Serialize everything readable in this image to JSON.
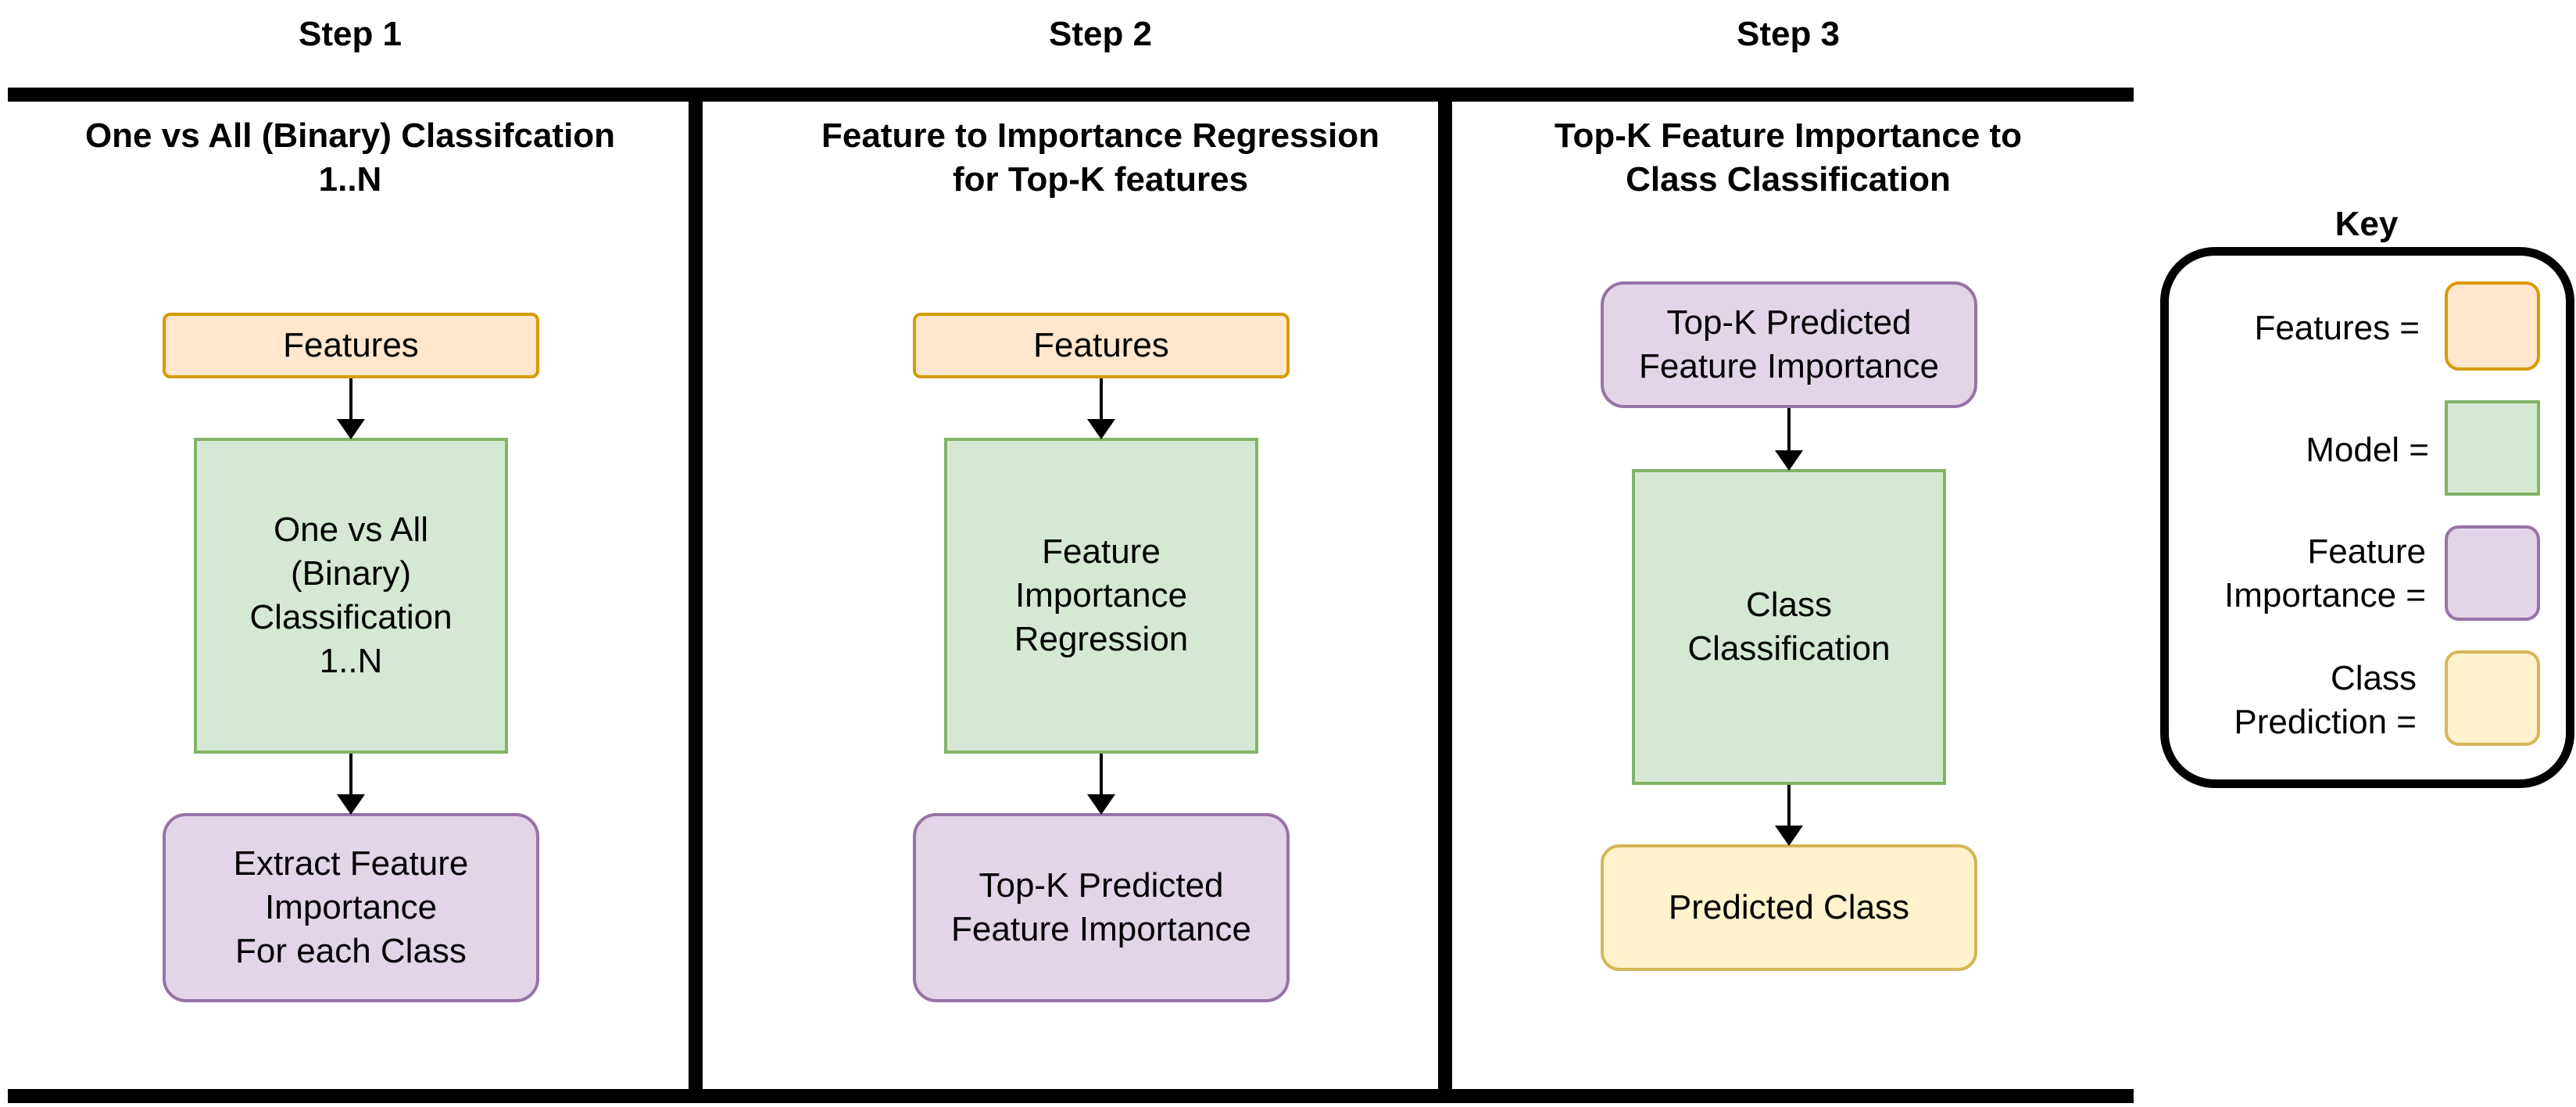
{
  "steps": {
    "step1": {
      "header": "Step 1",
      "title": "One vs All (Binary) Classifcation\n1..N",
      "input": "Features",
      "model": "One vs All\n(Binary)\nClassification\n1..N",
      "output": "Extract Feature\nImportance\nFor each Class"
    },
    "step2": {
      "header": "Step 2",
      "title": "Feature to Importance Regression\nfor Top-K features",
      "input": "Features",
      "model": "Feature\nImportance\nRegression",
      "output": "Top-K Predicted\nFeature Importance"
    },
    "step3": {
      "header": "Step 3",
      "title": "Top-K Feature Importance to\nClass Classification",
      "input": "Top-K Predicted\nFeature Importance",
      "model": "Class\nClassification",
      "output": "Predicted Class"
    }
  },
  "key": {
    "title": "Key",
    "items": [
      {
        "label": "Features =",
        "color": "#ffe6cc",
        "border": "#d79b00"
      },
      {
        "label": "Model =",
        "color": "#d5e8d4",
        "border": "#82b366"
      },
      {
        "label": "Feature\nImportance =",
        "color": "#e1d5e7",
        "border": "#9673a6"
      },
      {
        "label": "Class\nPrediction =",
        "color": "#fff2cc",
        "border": "#d6b656"
      }
    ]
  },
  "colors": {
    "features": "#ffe6cc",
    "model": "#d5e8d4",
    "feature_importance": "#e1d5e7",
    "class_prediction": "#fff2cc"
  }
}
